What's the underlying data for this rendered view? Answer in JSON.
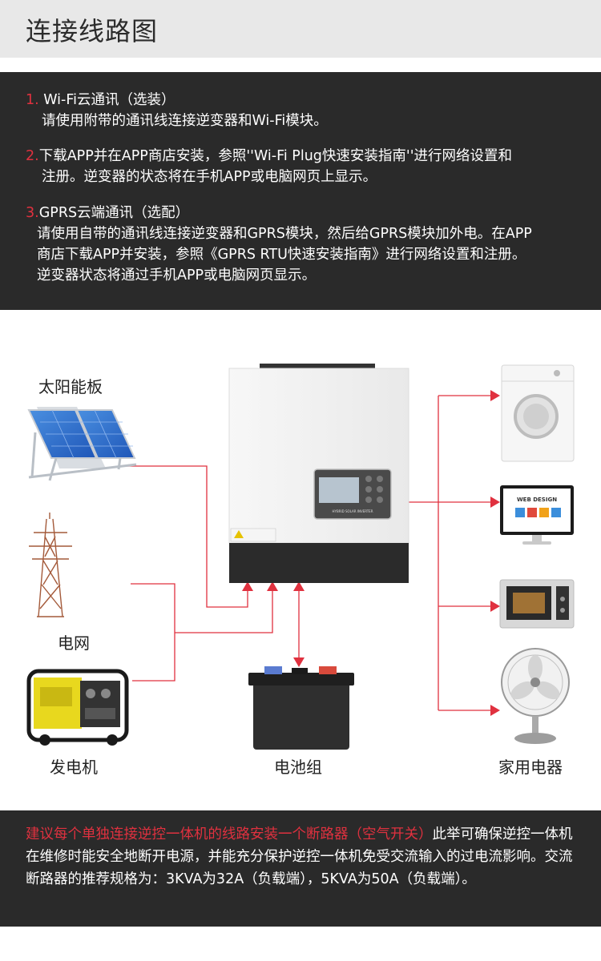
{
  "header": {
    "title": "连接线路图"
  },
  "steps": [
    {
      "num": "1.",
      "title": " Wi-Fi云通讯（选装）",
      "lines": [
        "请使用附带的通讯线连接逆变器和Wi-Fi模块。"
      ]
    },
    {
      "num": "2.",
      "title": "下载APP并在APP商店安装，参照''Wi-Fi Plug快速安装指南''进行网络设置和",
      "lines": [
        "注册。逆变器的状态将在手机APP或电脑网页上显示。"
      ]
    },
    {
      "num": "3.",
      "title": "GPRS云端通讯（选配）",
      "lines": [
        "请使用自带的通讯线连接逆变器和GPRS模块，然后给GPRS模块加外电。在APP",
        "商店下载APP并安装，参照《GPRS RTU快速安装指南》进行网络设置和注册。",
        "逆变器状态将通过手机APP或电脑网页显示。"
      ]
    }
  ],
  "diagram": {
    "labels": {
      "solar": "太阳能板",
      "grid": "电网",
      "generator": "发电机",
      "battery": "电池组",
      "appliances": "家用电器"
    },
    "monitor_text": "WEB DESIGN",
    "inverter_text": "HYBRID SOLAR INVERTER"
  },
  "note": {
    "red": "建议每个单独连接逆控一体机的线路安装一个断路器（空气开关）",
    "white": "此举可确保逆控一体机在维修时能安全地断开电源，并能充分保护逆控一体机免受交流输入的过电流影响。交流断路器的推荐规格为：3KVA为32A（负载端），5KVA为50A（负载端）。"
  },
  "colors": {
    "accent": "#e0313f",
    "dark": "#2a2a2a"
  }
}
